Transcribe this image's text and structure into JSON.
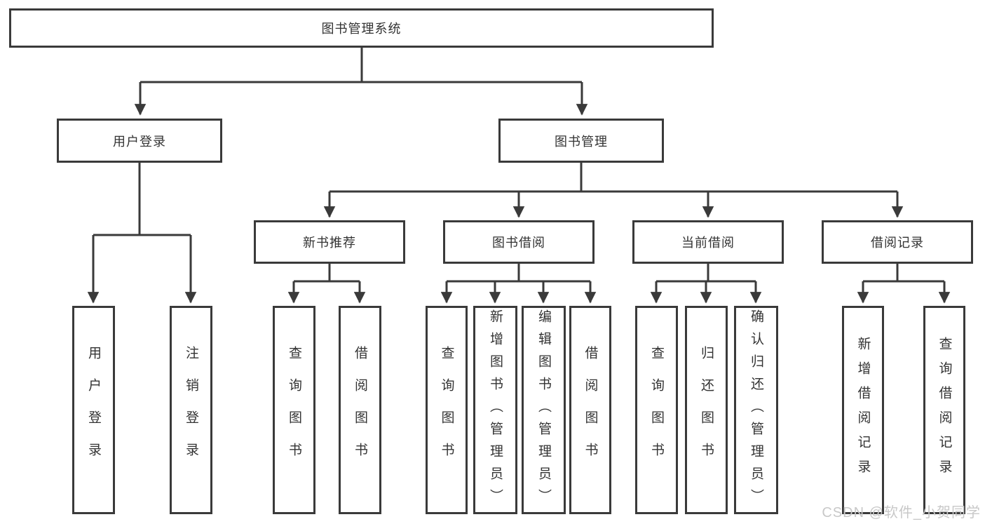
{
  "colors": {
    "line": "#3a3a3a",
    "text": "#333333",
    "watermark": "#c8c8c8",
    "background": "#ffffff"
  },
  "watermark": {
    "text": "CSDN @软件_小贺同学"
  },
  "tree": {
    "label": "图书管理系统",
    "children": [
      {
        "label": "用户登录",
        "children": [
          {
            "label": "用户登录"
          },
          {
            "label": "注销登录"
          }
        ]
      },
      {
        "label": "图书管理",
        "children": [
          {
            "label": "新书推荐",
            "children": [
              {
                "label": "查询图书"
              },
              {
                "label": "借阅图书"
              }
            ]
          },
          {
            "label": "图书借阅",
            "children": [
              {
                "label": "查询图书"
              },
              {
                "label": "新增图书（管理员）"
              },
              {
                "label": "编辑图书（管理员）"
              },
              {
                "label": "借阅图书"
              }
            ]
          },
          {
            "label": "当前借阅",
            "children": [
              {
                "label": "查询图书"
              },
              {
                "label": "归还图书"
              },
              {
                "label": "确认归还（管理员）"
              }
            ]
          },
          {
            "label": "借阅记录",
            "children": [
              {
                "label": "新增借阅记录"
              },
              {
                "label": "查询借阅记录"
              }
            ]
          }
        ]
      }
    ]
  }
}
